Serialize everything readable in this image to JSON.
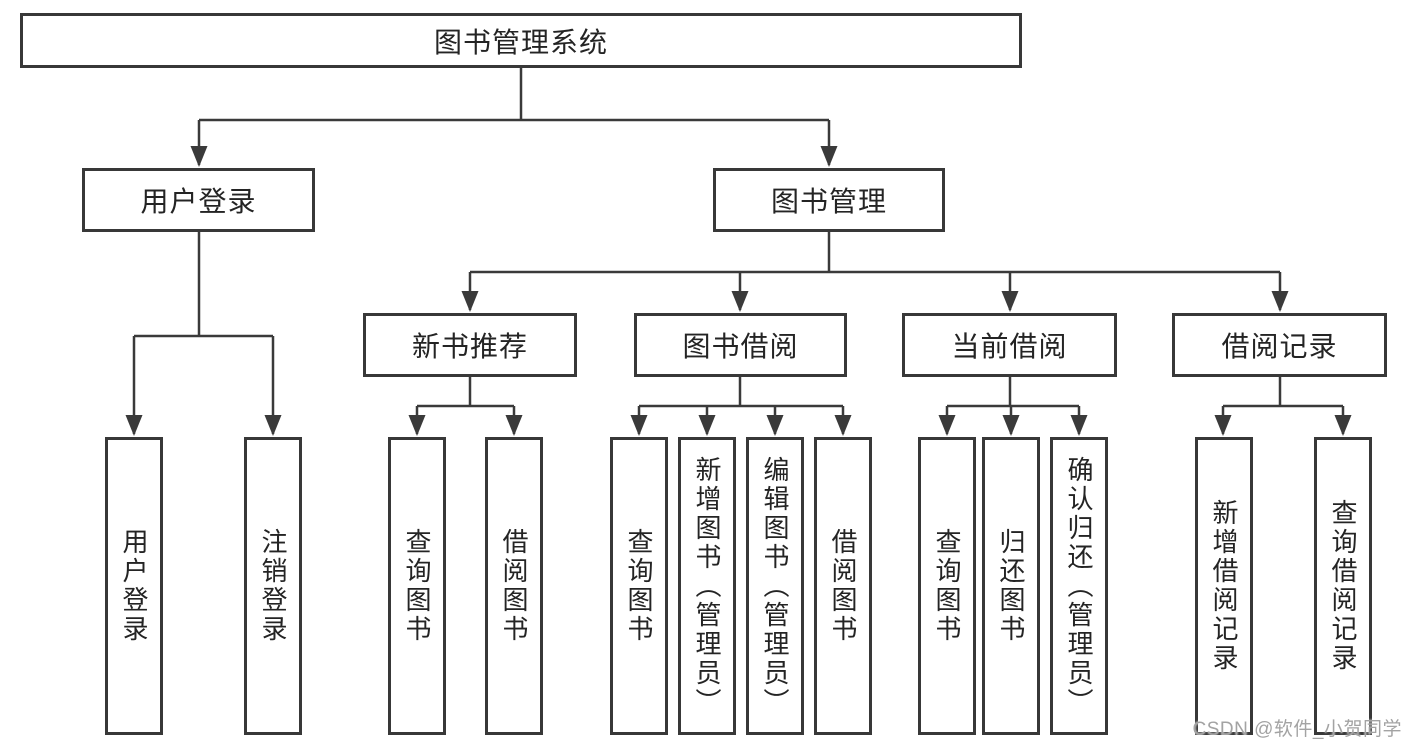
{
  "tree": {
    "root": {
      "label": "图书管理系统"
    },
    "branches": [
      {
        "label": "用户登录",
        "children": [
          {
            "label": "用户登录"
          },
          {
            "label": "注销登录"
          }
        ]
      },
      {
        "label": "图书管理",
        "children": [
          {
            "label": "新书推荐",
            "children": [
              {
                "label": "查询图书"
              },
              {
                "label": "借阅图书"
              }
            ]
          },
          {
            "label": "图书借阅",
            "children": [
              {
                "label": "查询图书"
              },
              {
                "label": "新增图书（管理员）"
              },
              {
                "label": "编辑图书（管理员）"
              },
              {
                "label": "借阅图书"
              }
            ]
          },
          {
            "label": "当前借阅",
            "children": [
              {
                "label": "查询图书"
              },
              {
                "label": "归还图书"
              },
              {
                "label": "确认归还（管理员）"
              }
            ]
          },
          {
            "label": "借阅记录",
            "children": [
              {
                "label": "新增借阅记录"
              },
              {
                "label": "查询借阅记录"
              }
            ]
          }
        ]
      }
    ]
  },
  "colors": {
    "line": "#3a3a3a",
    "text": "#242424",
    "watermark": "#a3a3a3"
  },
  "watermark": {
    "text": "CSDN @软件_小贺同学"
  }
}
